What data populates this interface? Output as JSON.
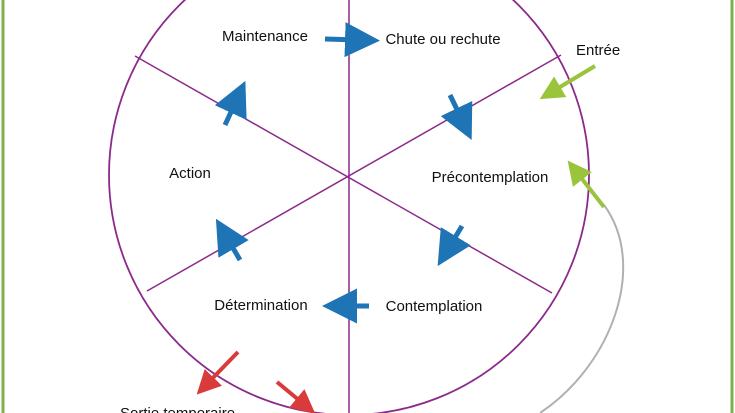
{
  "stages": {
    "maintenance": "Maintenance",
    "relapse": "Chute ou rechute",
    "precontemplation": "Précontemplation",
    "contemplation": "Contemplation",
    "determination": "Détermination",
    "action": "Action"
  },
  "entry_label": "Entrée",
  "temporary_exit_label": "Sortie temporaire",
  "colors": {
    "border": "#7db04c",
    "cycle": "#8b2a8b",
    "stage_arrow": "#1f74b5",
    "entry_arrow": "#9ac43c",
    "exit_arrow": "#d93a3a",
    "return_path": "#b0b0b0"
  }
}
